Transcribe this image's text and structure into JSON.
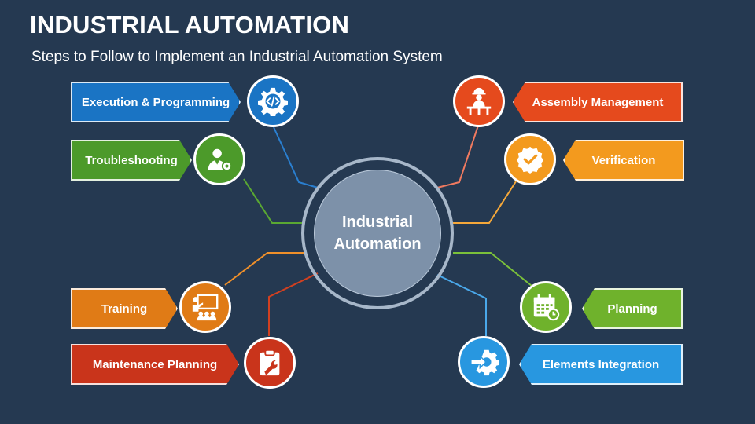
{
  "header": {
    "title": "INDUSTRIAL AUTOMATION",
    "subtitle": "Steps to Follow to Implement an Industrial Automation System"
  },
  "hub": {
    "line1": "Industrial",
    "line2": "Automation",
    "color": "#7d91a9"
  },
  "steps": {
    "execution": {
      "label": "Execution & Programming",
      "color": "#1a74c4",
      "icon": "code-gear-icon"
    },
    "troubleshooting": {
      "label": "Troubleshooting",
      "color": "#4c9a2a",
      "icon": "technician-gear-icon"
    },
    "training": {
      "label": "Training",
      "color": "#e07b16",
      "icon": "presentation-board-icon"
    },
    "maintenance": {
      "label": "Maintenance Planning",
      "color": "#c9341b",
      "icon": "clipboard-wrench-icon"
    },
    "assembly": {
      "label": "Assembly Management",
      "color": "#e54a1d",
      "icon": "assembly-worker-icon"
    },
    "verification": {
      "label": "Verification",
      "color": "#f39a1e",
      "icon": "verified-badge-icon"
    },
    "planning": {
      "label": "Planning",
      "color": "#6fb22c",
      "icon": "calendar-clock-icon"
    },
    "integration": {
      "label": "Elements Integration",
      "color": "#2897e0",
      "icon": "arrow-gear-icon"
    }
  }
}
